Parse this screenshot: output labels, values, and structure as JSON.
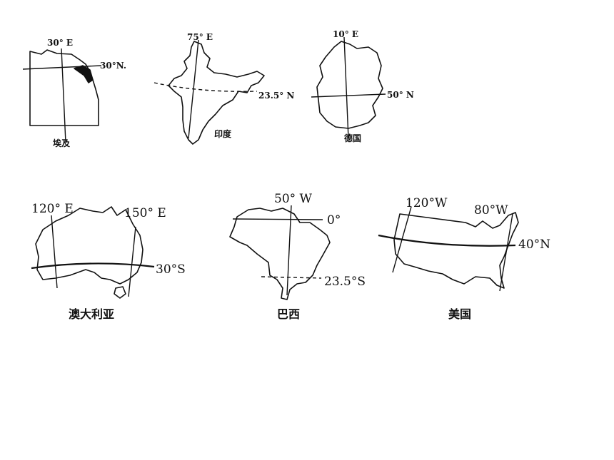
{
  "maps": {
    "egypt": {
      "name": "埃及",
      "lon": "30° E",
      "lat": "30°N."
    },
    "india": {
      "name": "印度",
      "lon": "75° E",
      "lat": "23.5° N"
    },
    "germany": {
      "name": "德国",
      "lon": "10° E",
      "lat": "50° N"
    },
    "australia": {
      "name": "澳大利亚",
      "lon_left": "120° E",
      "lon_right": "150° E",
      "lat": "30°S"
    },
    "brazil": {
      "name": "巴西",
      "lon": "50° W",
      "lat_top": "0°",
      "lat_bottom": "23.5°S"
    },
    "usa": {
      "name": "美国",
      "lon_left": "120°W",
      "lon_right": "80°W",
      "lat": "40°N"
    }
  }
}
